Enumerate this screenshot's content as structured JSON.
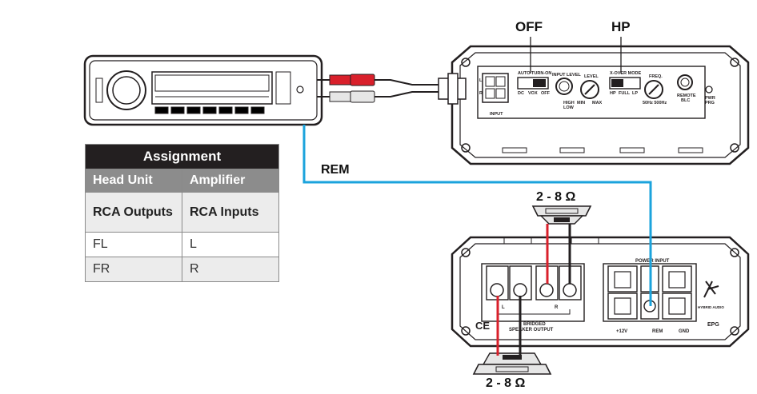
{
  "labels": {
    "off": "OFF",
    "hp": "HP",
    "rem": "REM",
    "impedance_top": "2 - 8 Ω",
    "impedance_bottom": "2 - 8 Ω"
  },
  "amp_top_panel": {
    "auto_turn_on": "AUTO TURN-ON",
    "auto_opts": [
      "DC",
      "VOX",
      "OFF"
    ],
    "input_level": "INPUT LEVEL",
    "high": "HIGH",
    "low": "LOW",
    "level": "LEVEL",
    "min": "MIN",
    "max": "MAX",
    "xover_mode": "X-OVER MODE",
    "xover_opts": [
      "HP",
      "FULL",
      "LP"
    ],
    "freq": "FREQ.",
    "freq_range": "50Hz  500Hz",
    "remote": "REMOTE",
    "blc": "BLC",
    "pwr": "PWR",
    "prg": "PRG",
    "input": "INPUT",
    "side_l": "L",
    "side_r": "R"
  },
  "amp_bottom_panel": {
    "power_input": "POWER INPUT",
    "speaker_output": "SPEAKER OUTPUT",
    "bridged": "BRIDGED",
    "plus12v": "+12V",
    "rem": "REM",
    "gnd": "GND",
    "ch_l": "L",
    "ch_r": "R",
    "brand": "HYBRID AUDIO",
    "ce": "CE",
    "model": "EPG"
  },
  "table": {
    "title": "Assignment",
    "headers": [
      "Head Unit",
      "Amplifier"
    ],
    "rows": [
      [
        "RCA Outputs",
        "RCA Inputs"
      ],
      [
        "FL",
        "L"
      ],
      [
        "FR",
        "R"
      ]
    ]
  },
  "colors": {
    "red_wire": "#d9202b",
    "black_wire": "#231f20",
    "blue_wire": "#1ba3dc",
    "outline": "#231f20"
  }
}
